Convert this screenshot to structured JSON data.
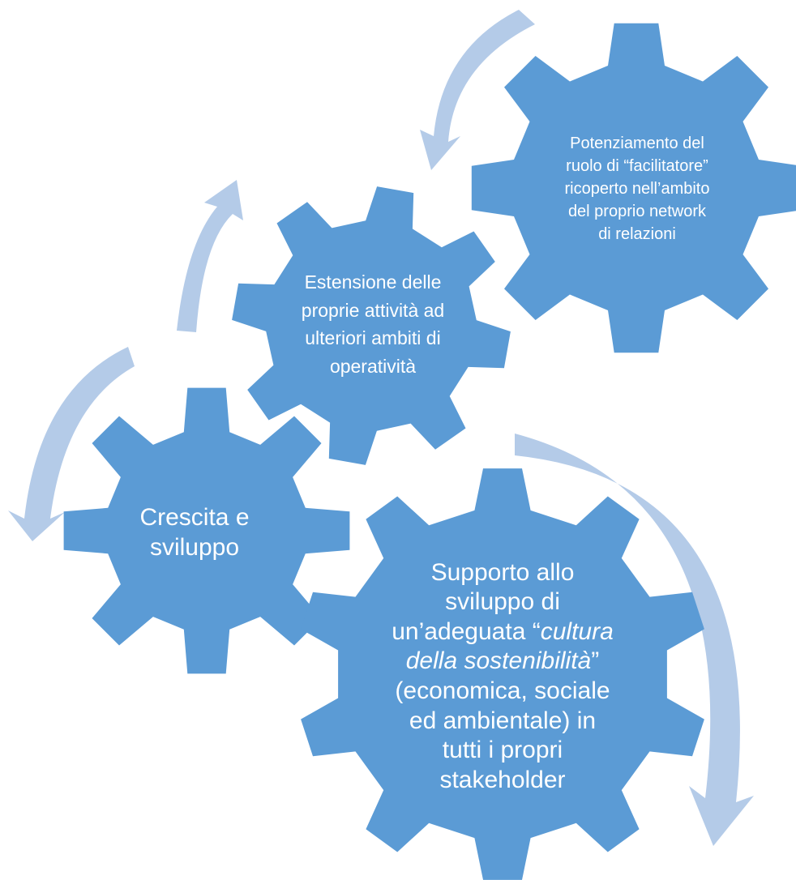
{
  "colors": {
    "gear": "#5b9bd5",
    "arrow": "#b4cbe8",
    "text": "#ffffff"
  },
  "gears": {
    "crescita": {
      "line1": "Crescita e",
      "line2": "sviluppo"
    },
    "estensione": {
      "line1": "Estensione delle",
      "line2": "proprie attività ad",
      "line3": "ulteriori ambiti di",
      "line4": "operatività"
    },
    "potenziamento": {
      "line1": "Potenziamento del",
      "line2": "ruolo di “facilitatore”",
      "line3": "ricoperto nell’ambito",
      "line4": "del proprio network",
      "line5": "di relazioni"
    },
    "supporto": {
      "line1": "Supporto allo",
      "line2": "sviluppo di",
      "line3_pre": "un’adeguata “",
      "line3_italic": "cultura",
      "line4_italic": "della sostenibilità",
      "line4_post": "”",
      "line5": "(economica, sociale",
      "line6": "ed ambientale) in",
      "line7": "tutti i propri",
      "line8": "stakeholder"
    }
  }
}
